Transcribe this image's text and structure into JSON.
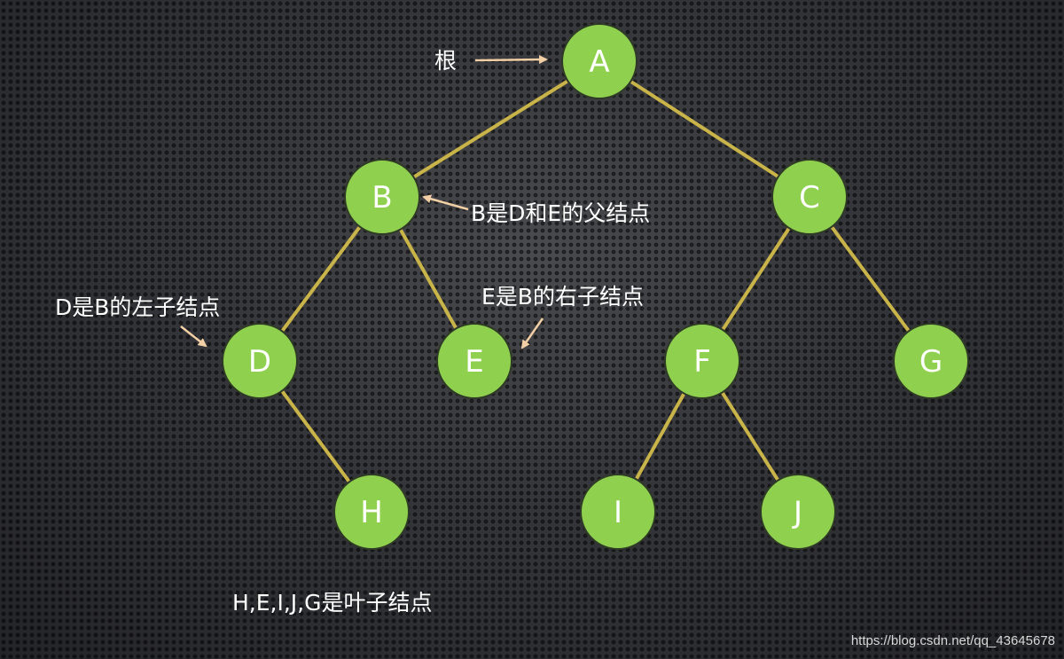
{
  "tree": {
    "nodes": [
      {
        "id": "A",
        "label": "A"
      },
      {
        "id": "B",
        "label": "B"
      },
      {
        "id": "C",
        "label": "C"
      },
      {
        "id": "D",
        "label": "D"
      },
      {
        "id": "E",
        "label": "E"
      },
      {
        "id": "F",
        "label": "F"
      },
      {
        "id": "G",
        "label": "G"
      },
      {
        "id": "H",
        "label": "H"
      },
      {
        "id": "I",
        "label": "I"
      },
      {
        "id": "J",
        "label": "J"
      }
    ],
    "edges": [
      [
        "A",
        "B"
      ],
      [
        "A",
        "C"
      ],
      [
        "B",
        "D"
      ],
      [
        "B",
        "E"
      ],
      [
        "C",
        "F"
      ],
      [
        "C",
        "G"
      ],
      [
        "D",
        "H"
      ],
      [
        "F",
        "I"
      ],
      [
        "F",
        "J"
      ]
    ]
  },
  "annotations": {
    "root": "根",
    "parent": "B是D和E的父结点",
    "left_child": "D是B的左子结点",
    "right_child": "E是B的右子结点",
    "leaves": "H,E,I,J,G是叶子结点"
  },
  "watermark": "https://blog.csdn.net/qq_43645678",
  "colors": {
    "node_fill": "#8fd14f",
    "edge": "#c9b44a",
    "arrow": "#f2cfa4",
    "text": "#ffffff"
  }
}
